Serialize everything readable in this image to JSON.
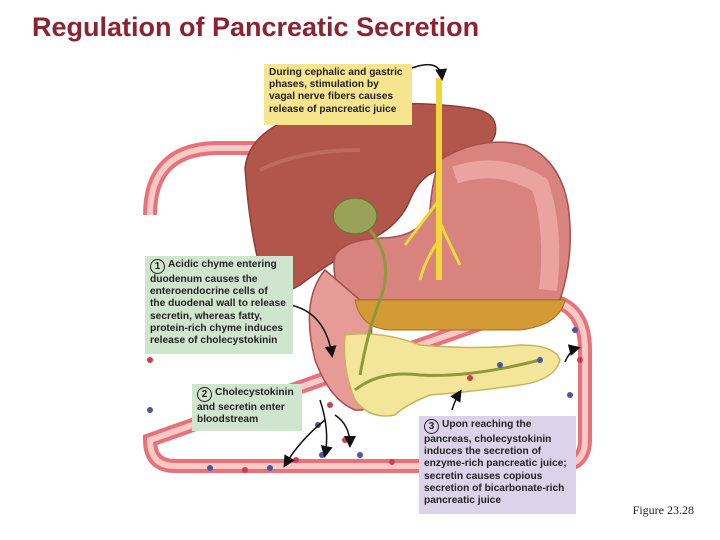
{
  "title": "Regulation of Pancreatic Secretion",
  "figure_label": "Figure 23.28",
  "callouts": {
    "vagal": {
      "lines": [
        "During cephalic and gastric",
        "phases, stimulation by",
        "vagal nerve fibers causes",
        "release of pancreatic juice"
      ]
    },
    "step1": {
      "number": "1",
      "lines": [
        "Acidic chyme entering",
        "duodenum causes the",
        "enteroendocrine cells of",
        "the duodenal wall to release",
        "secretin, whereas fatty,",
        "protein-rich chyme induces",
        "release of cholecystokinin"
      ]
    },
    "step2": {
      "number": "2",
      "lines": [
        "Cholecystokinin",
        "and secretin enter",
        "bloodstream"
      ]
    },
    "step3": {
      "number": "3",
      "lines": [
        "Upon reaching the",
        "pancreas, cholecystokinin",
        "induces the secretion of",
        "enzyme-rich pancreatic juice;",
        "secretin causes copious",
        "secretion of bicarbonate-rich",
        "pancreatic juice"
      ]
    }
  },
  "colors": {
    "title": "#8b2332",
    "vessel": "#e8777d",
    "liver": "#b2564c",
    "stomach": "#d9837f",
    "pancreas": "#f3e59a",
    "chyme": "#d39a36",
    "nerve": "#f0d83a"
  }
}
